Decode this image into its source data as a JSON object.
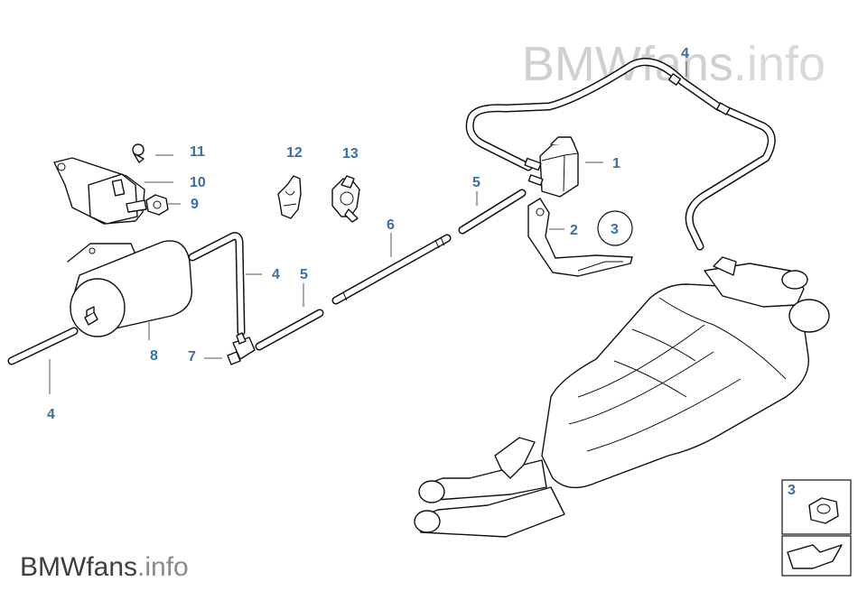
{
  "watermark": {
    "brand": "BMWfans",
    "suffix": ".info"
  },
  "callouts": {
    "p1": "1",
    "p2": "2",
    "p3": "3",
    "p4a": "4",
    "p4b": "4",
    "p4c": "4",
    "p5a": "5",
    "p5b": "5",
    "p6": "6",
    "p7": "7",
    "p8": "8",
    "p9": "9",
    "p10": "10",
    "p11": "11",
    "p12": "12",
    "p13": "13",
    "inset3": "3"
  },
  "colors": {
    "callout": "#3a6fa3",
    "line_art": "#111111",
    "background": "#ffffff"
  }
}
